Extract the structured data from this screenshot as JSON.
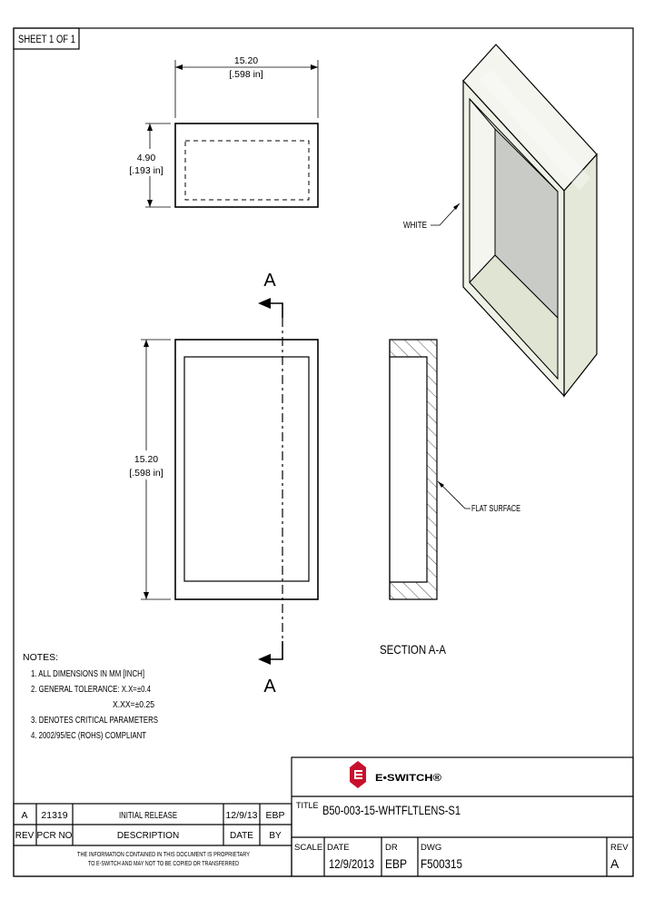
{
  "sheet_label": "SHEET 1 OF 1",
  "dimensions": {
    "top_width_mm": "15.20",
    "top_width_in": "[.598 in]",
    "top_height_mm": "4.90",
    "top_height_in": "[.193 in]",
    "front_height_mm": "15.20",
    "front_height_in": "[.598 in]"
  },
  "section_marker": "A",
  "section_title": "SECTION A-A",
  "callouts": {
    "white": "WHITE",
    "flat_surface": "FLAT SURFACE"
  },
  "notes": {
    "heading": "NOTES:",
    "lines": [
      "1. ALL DIMENSIONS IN MM [INCH]",
      "2. GENERAL TOLERANCE: X.X=±0.4",
      "X.XX=±0.25",
      "3.     DENOTES CRITICAL PARAMETERS",
      "4. 2002/95/EC (ROHS) COMPLIANT"
    ]
  },
  "logo_text": "E•SWITCH®",
  "title_block": {
    "title_label": "TITLE",
    "title_value": "B50-003-15-WHTFLTLENS-S1",
    "scale_label": "SCALE",
    "date_label": "DATE",
    "date_value": "12/9/2013",
    "dr_label": "DR",
    "dr_value": "EBP",
    "dwg_label": "DWG",
    "dwg_value": "F500315",
    "rev_label": "REV",
    "rev_value": "A"
  },
  "revision_table": {
    "row": {
      "rev": "A",
      "pcr": "21319",
      "description": "INITIAL RELEASE",
      "date": "12/9/13",
      "by": "EBP"
    },
    "headers": {
      "rev": "REV",
      "pcr": "PCR NO",
      "description": "DESCRIPTION",
      "date": "DATE",
      "by": "BY"
    },
    "disclaimer_1": "THE INFORMATION CONTAINED IN THIS DOCUMENT IS PROPRIETARY",
    "disclaimer_2": "TO E-SWITCH AND MAY NOT TO BE COPIED OR TRANSFERRED"
  },
  "colors": {
    "logo_red": "#c8102e",
    "box_face_light": "#eef1e6",
    "box_face_mid": "#e2e7d6",
    "box_inner": "#c9cbc7"
  }
}
